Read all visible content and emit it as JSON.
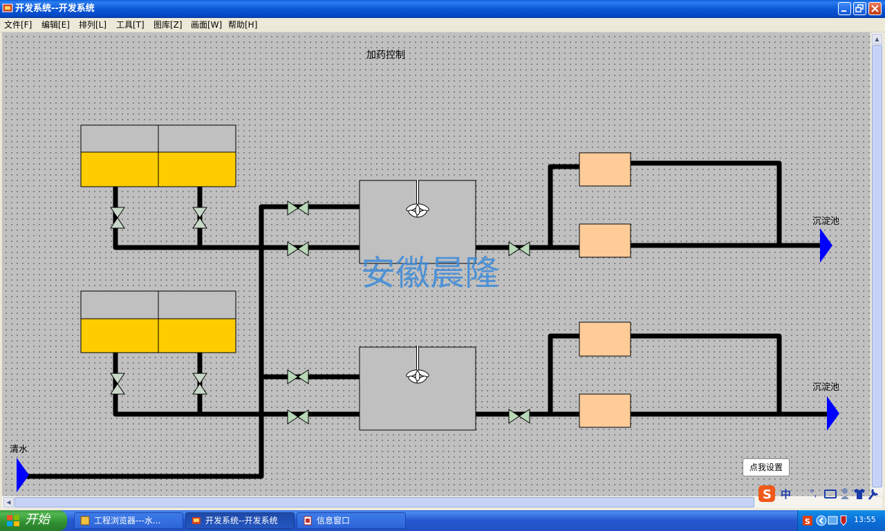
{
  "window": {
    "title": "开发系统--开发系统"
  },
  "menu": [
    "文件[F]",
    "编辑[E]",
    "排列[L]",
    "工具[T]",
    "图库[Z]",
    "画面[W]",
    "帮助[H]"
  ],
  "diagram": {
    "title": "加药控制",
    "watermark": "安徽晨隆",
    "labels": {
      "water_in": "清水",
      "outlet_top": "沉淀池",
      "outlet_bottom": "沉淀池"
    },
    "colors": {
      "tank_upper": "#c0c0c0",
      "tank_level": "#ffcc00",
      "mixer_box": "#c0c0c0",
      "filter_box": "#ffcc99",
      "arrow": "#0000ff",
      "pipe": "#000000",
      "valve": "#b8d8b8",
      "watermark": "#3c8ad8"
    }
  },
  "tooltip": "点我设置",
  "ime": {
    "mode": "中"
  },
  "taskbar": {
    "start": "开始",
    "tasks": [
      "工程浏览器---水...",
      "开发系统--开发系统",
      "信息窗口"
    ],
    "clock": "13:55"
  }
}
